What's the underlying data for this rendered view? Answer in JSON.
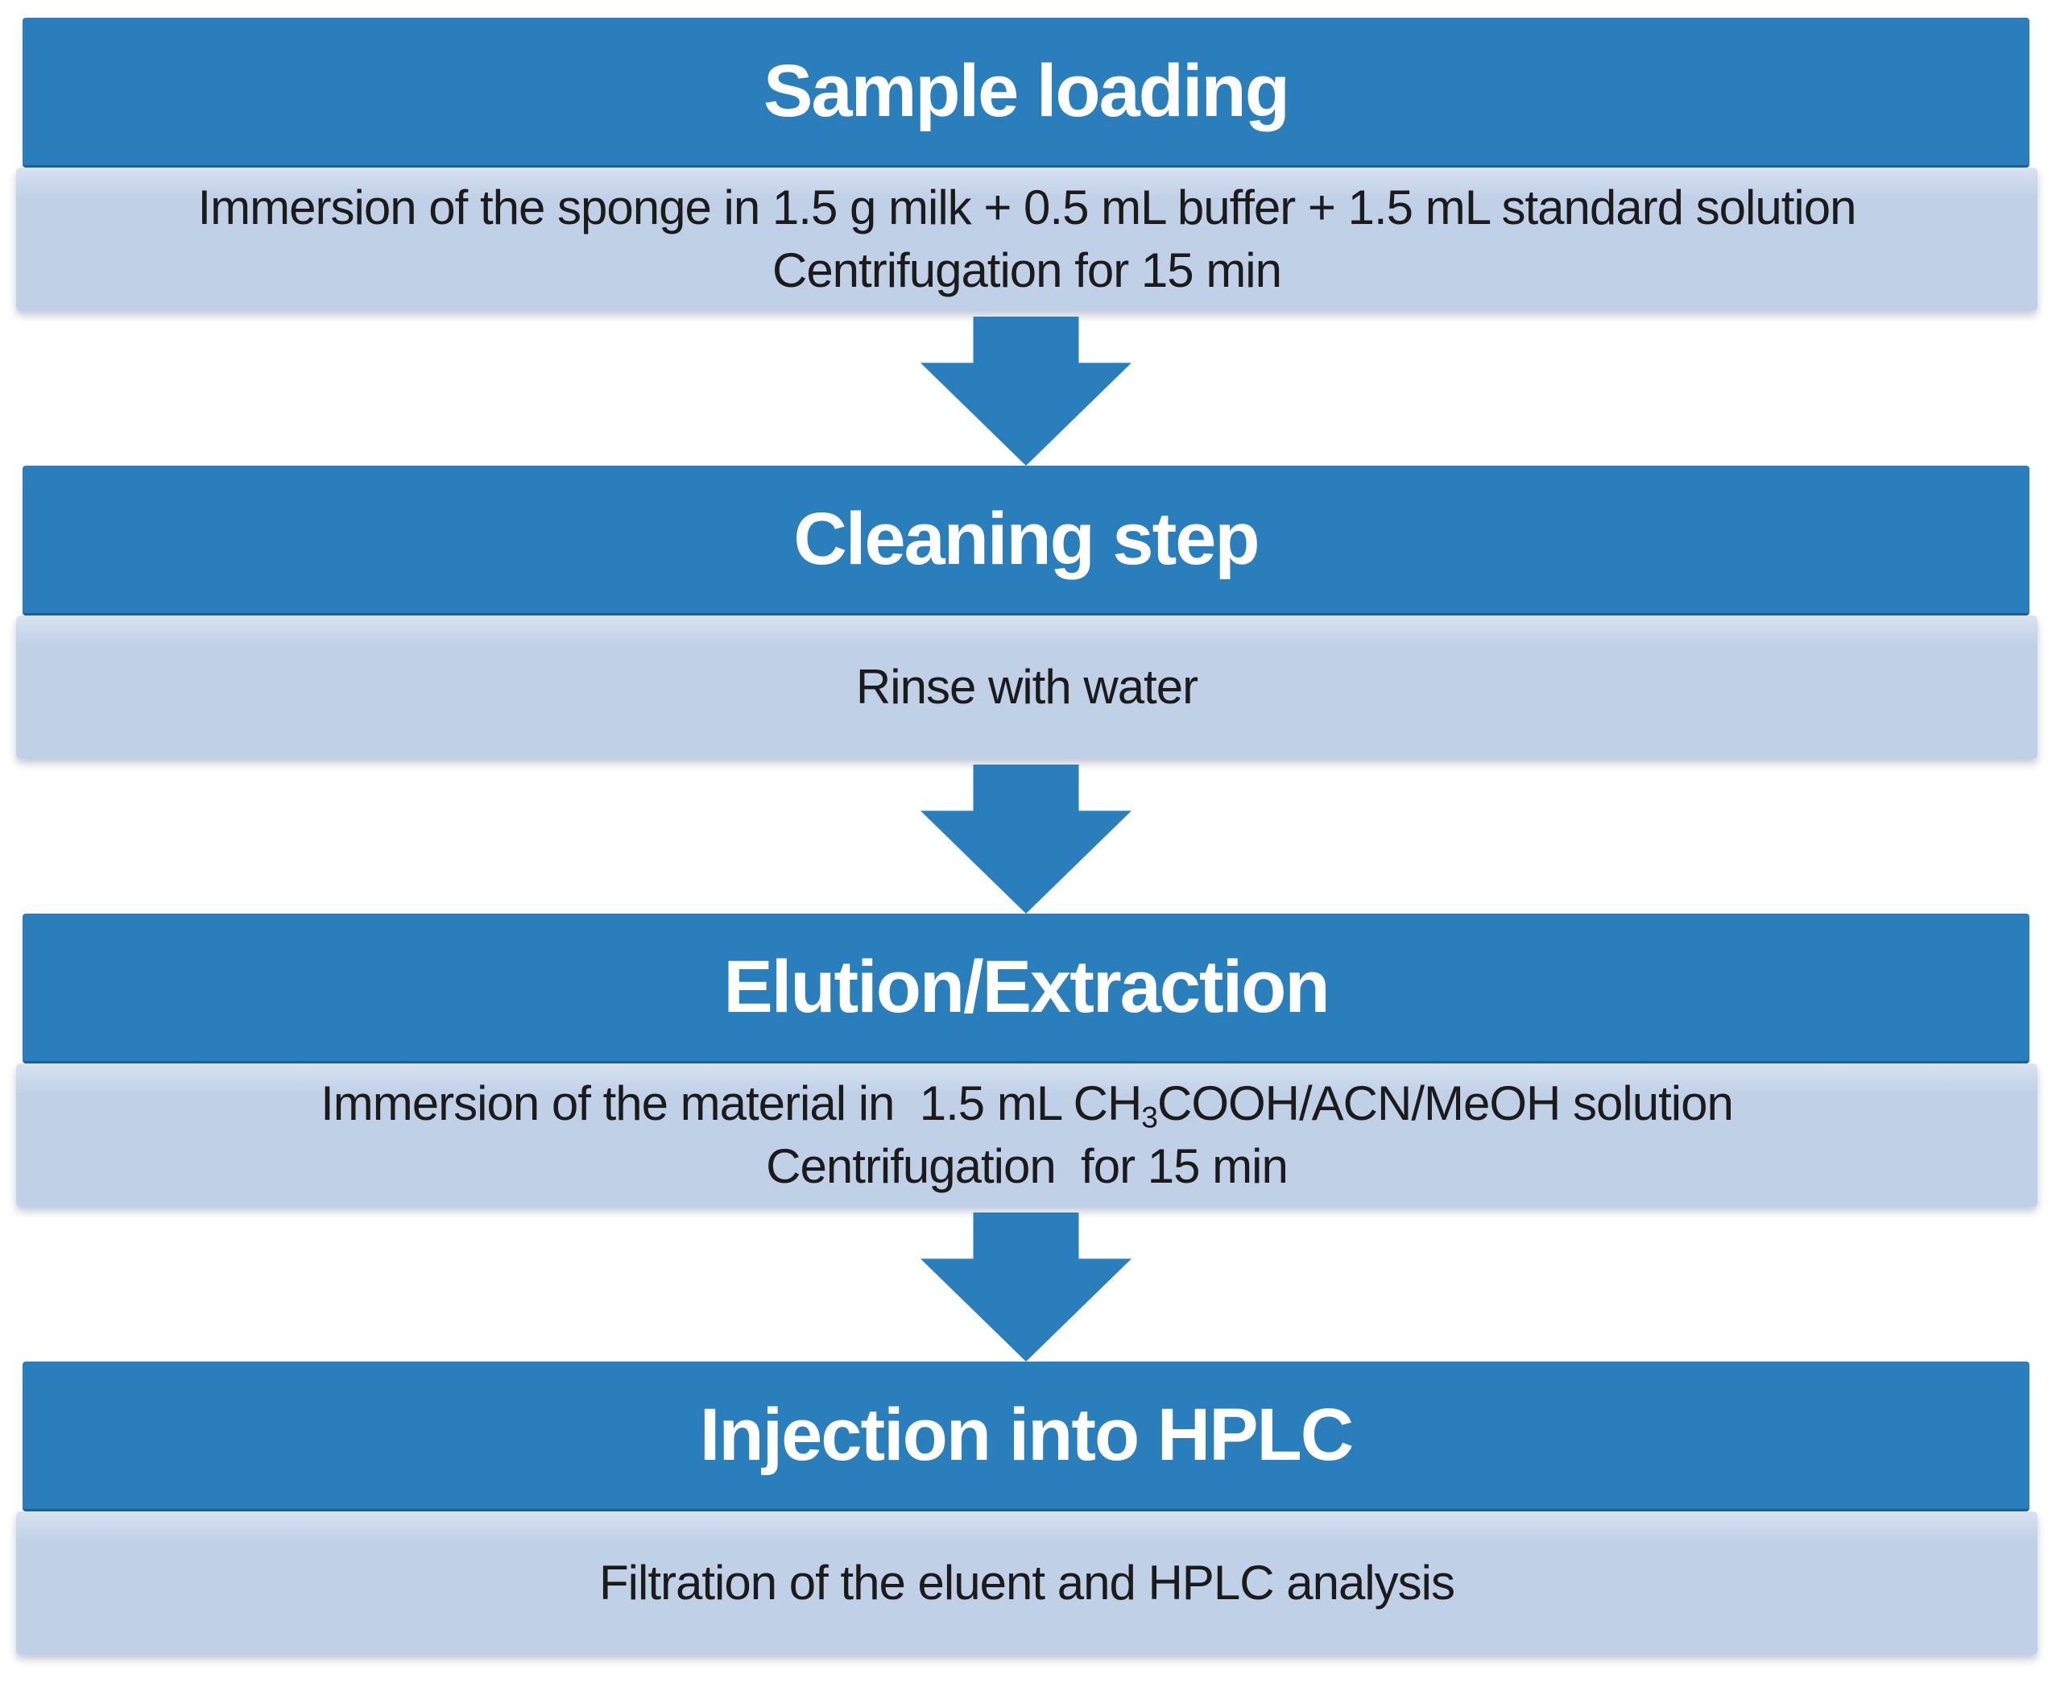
{
  "figure": {
    "type": "flowchart",
    "direction": "top-down",
    "description": "Four-step sample preparation and HPLC analysis procedure"
  },
  "palette": {
    "header_blue": "#2a7ebb",
    "header_blue_dark": "#1d6095",
    "light_blue": "#bfd0e7",
    "light_blue_top": "#d9e2f1",
    "header_text": "#ffffff",
    "body_text": "#1b1b1b",
    "arrow_blue": "#2a7ebb"
  },
  "steps": [
    {
      "title": "Sample loading",
      "line1": "Immersion of the sponge in 1.5 g milk + 0.5 mL buffer + 1.5 mL standard solution",
      "line2": "Centrifugation for 15 min"
    },
    {
      "title": "Cleaning step",
      "line1": "Rinse with water"
    },
    {
      "title": "Elution/Extraction",
      "line1": {
        "pre": "Immersion of the material in  1.5 mL CH",
        "sub": "3",
        "post": "COOH/ACN/MeOH solution"
      },
      "line2": "Centrifugation  for 15 min"
    },
    {
      "title": "Injection into HPLC",
      "line1": "Filtration of the eluent and HPLC analysis"
    }
  ],
  "connectors": [
    {
      "icon": "down-arrow",
      "color": "#2a7ebb"
    },
    {
      "icon": "down-arrow",
      "color": "#2a7ebb"
    },
    {
      "icon": "down-arrow",
      "color": "#2a7ebb"
    }
  ]
}
